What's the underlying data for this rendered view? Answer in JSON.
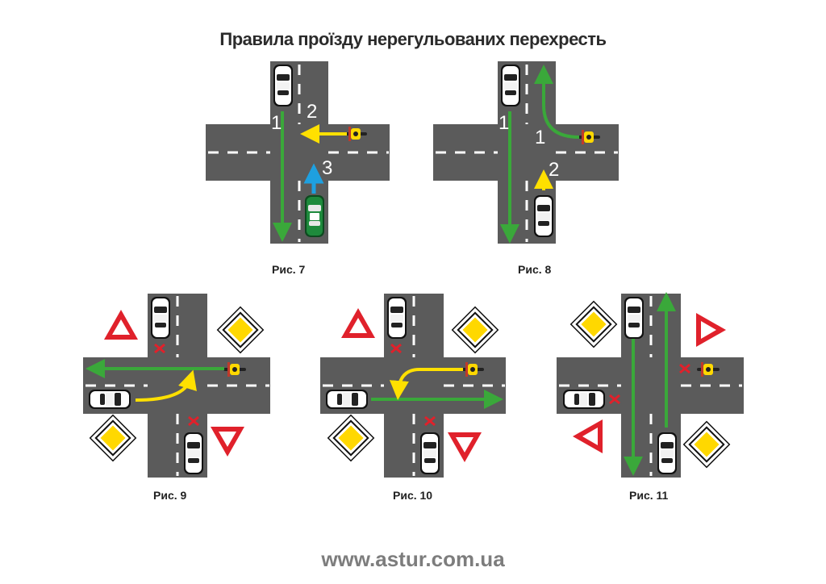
{
  "title": "Правила проїзду нерегульованих перехресть",
  "figures": [
    {
      "caption": "Рис. 7",
      "numbers": [
        "1",
        "2",
        "3"
      ]
    },
    {
      "caption": "Рис. 8",
      "numbers": [
        "1",
        "1",
        "2"
      ]
    },
    {
      "caption": "Рис. 9"
    },
    {
      "caption": "Рис. 10"
    },
    {
      "caption": "Рис. 11"
    }
  ],
  "footer": "www.astur.com.ua",
  "colors": {
    "road": "#5b5b5b",
    "green_arrow": "#3aa83a",
    "yellow_arrow": "#ffe000",
    "blue_arrow": "#1ea0e0",
    "sign_red": "#e0212b",
    "priority_yellow": "#ffd800",
    "car_white": "#ffffff",
    "car_green": "#1e8a3c"
  }
}
